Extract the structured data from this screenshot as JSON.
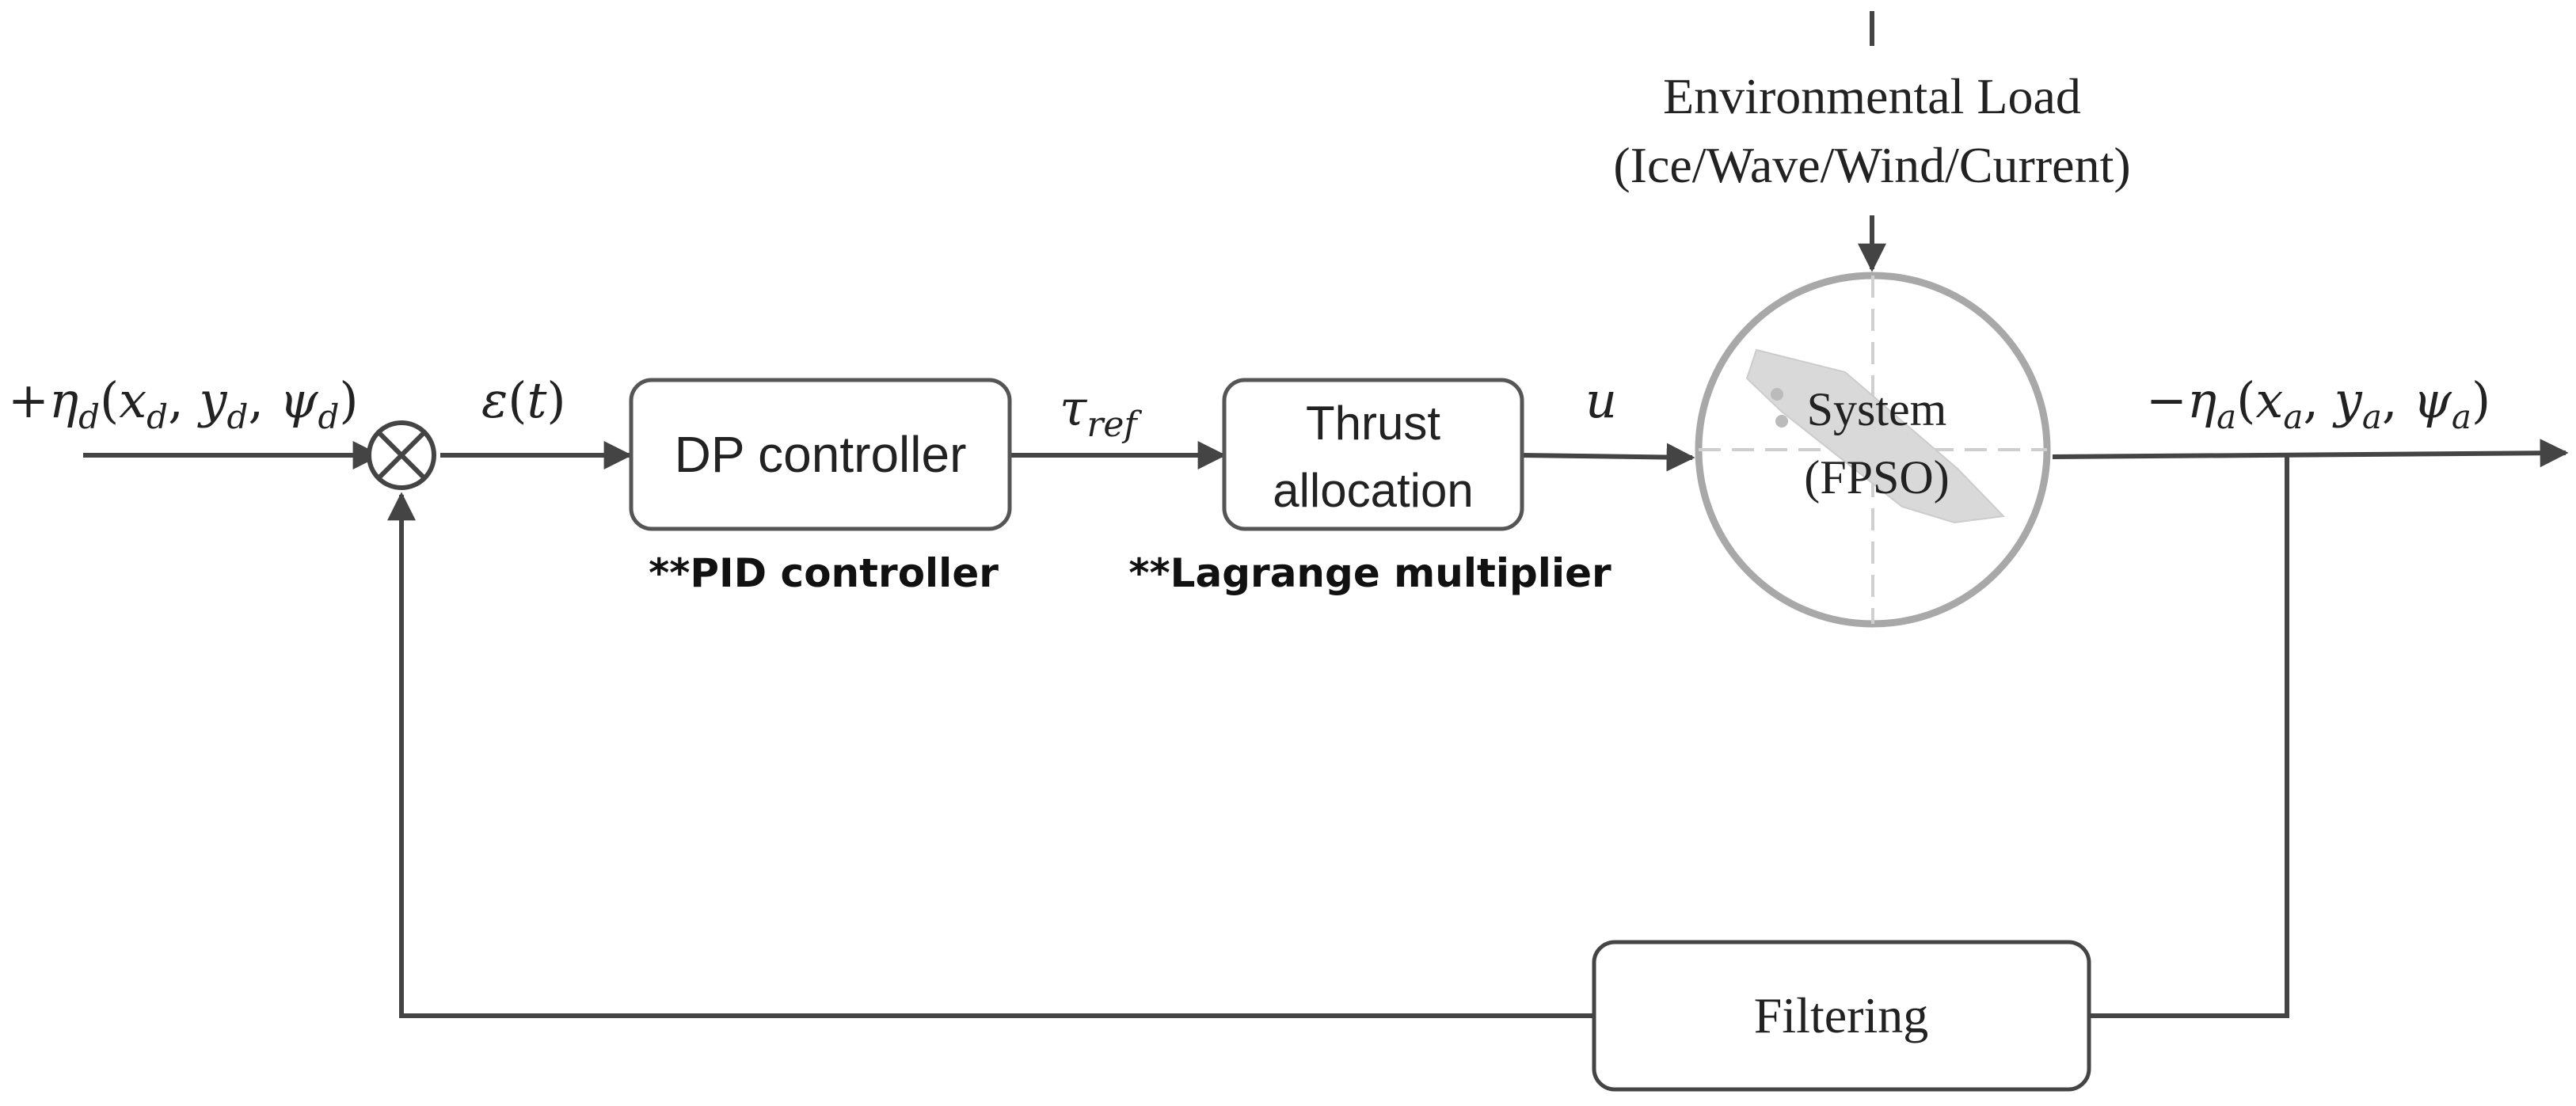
{
  "blocks": {
    "dp_controller": "DP controller",
    "thrust_allocation_line1": "Thrust",
    "thrust_allocation_line2": "allocation",
    "system_line1": "System",
    "system_line2": "(FPSO)",
    "filtering": "Filtering"
  },
  "notes": {
    "pid": "**PID controller",
    "lagrange": "**Lagrange multiplier"
  },
  "environment": {
    "line1": "Environmental Load",
    "line2": "(Ice/Wave/Wind/Current)"
  },
  "signals": {
    "reference": {
      "sign": "+",
      "symbol": "η",
      "sub": "d",
      "args": [
        {
          "sym": "x",
          "sub": "d"
        },
        {
          "sym": "y",
          "sub": "d"
        },
        {
          "sym": "ψ",
          "sub": "d"
        }
      ]
    },
    "error": {
      "symbol": "ε",
      "arg": "t"
    },
    "tau": {
      "symbol": "τ",
      "sub": "ref"
    },
    "u": "u",
    "actual": {
      "sign": "−",
      "symbol": "η",
      "sub": "a",
      "args": [
        {
          "sym": "x",
          "sub": "a"
        },
        {
          "sym": "y",
          "sub": "a"
        },
        {
          "sym": "ψ",
          "sub": "a"
        }
      ]
    }
  },
  "colors": {
    "line": "#444444",
    "box_border": "#555555",
    "circle_border": "#a8a8a8",
    "vessel_fill": "#d9d9d9"
  }
}
